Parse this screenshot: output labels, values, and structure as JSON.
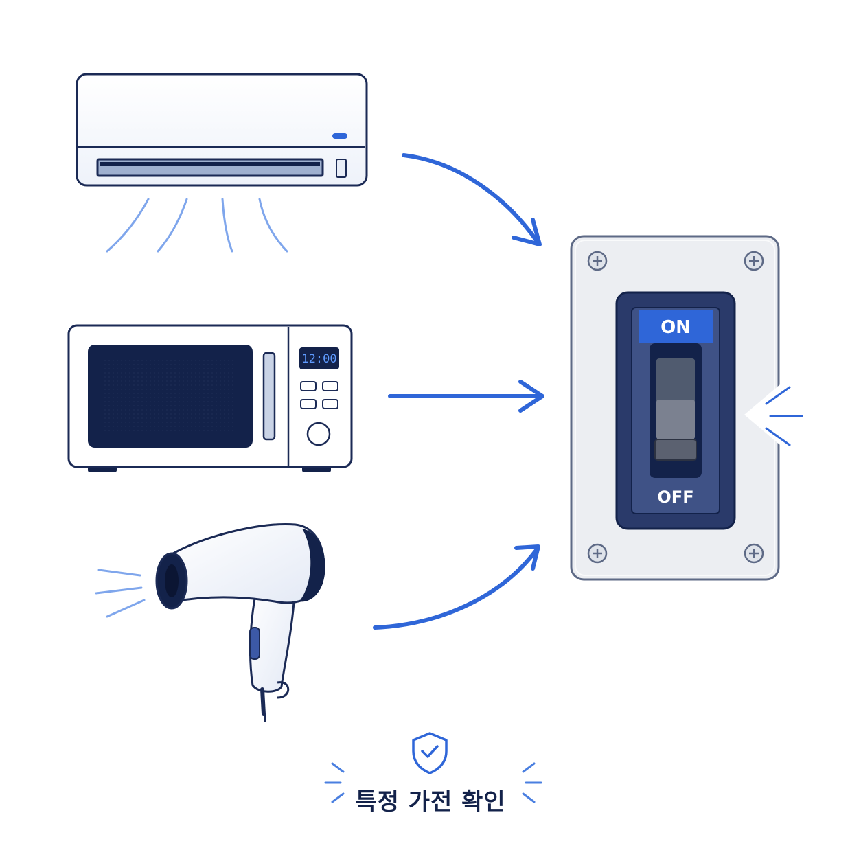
{
  "devices": [
    {
      "name": "air-conditioner"
    },
    {
      "name": "microwave",
      "display_time": "12:00"
    },
    {
      "name": "hair-dryer"
    }
  ],
  "breaker": {
    "on_label": "ON",
    "off_label": "OFF"
  },
  "caption": {
    "text": "특정 가전 확인",
    "icon": "shield-check-icon"
  },
  "colors": {
    "accent": "#2f66d8",
    "navy": "#13224a",
    "light_blue": "#8fb3f0"
  }
}
